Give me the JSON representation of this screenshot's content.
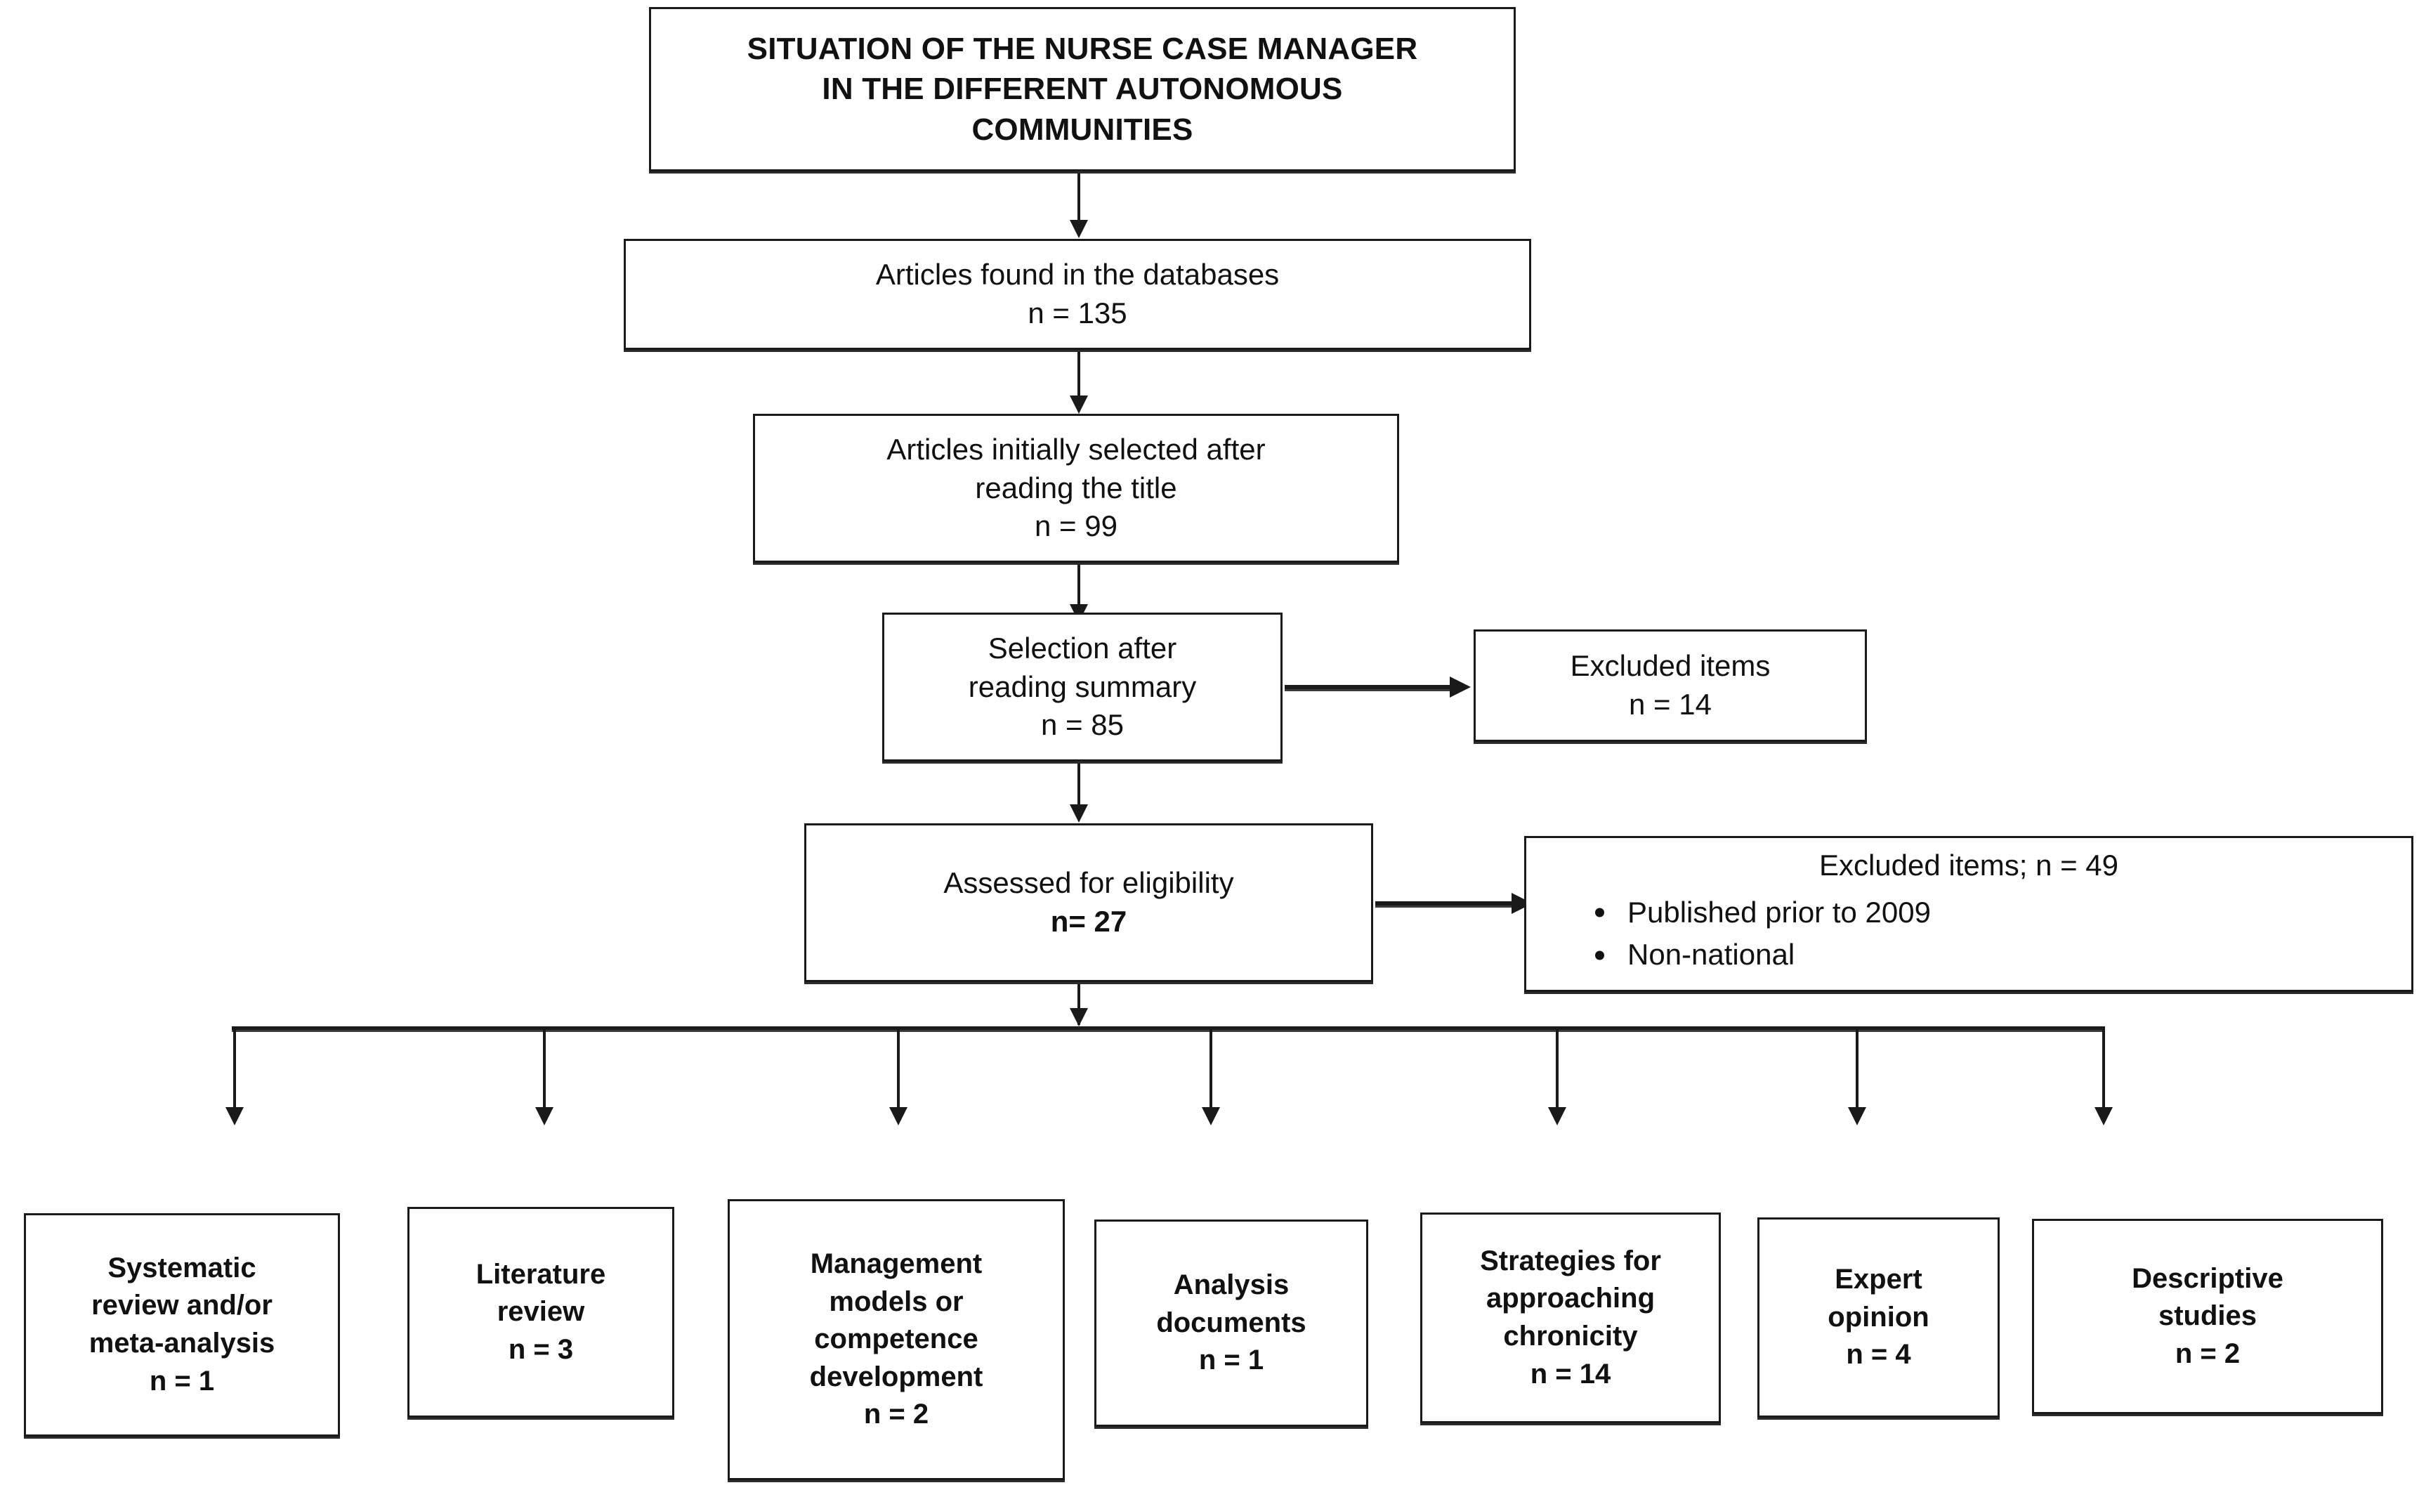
{
  "diagram": {
    "type": "prisma-flow-diagram",
    "title_box": {
      "lines": [
        "SITUATION OF THE NURSE CASE MANAGER",
        "IN THE DIFFERENT AUTONOMOUS",
        "COMMUNITIES"
      ]
    },
    "steps": [
      {
        "id": "databases",
        "label": "Articles found in the databases",
        "count_text": "n = 135",
        "n": 135
      },
      {
        "id": "title-screen",
        "label_line1": "Articles initially selected after",
        "label_line2": "reading the title",
        "count_text": "n = 99",
        "n": 99
      },
      {
        "id": "summary-screen",
        "label_line1": "Selection after",
        "label_line2": "reading summary",
        "count_text": "n = 85",
        "n": 85
      },
      {
        "id": "eligibility",
        "label": "Assessed for eligibility",
        "count_text": "n= 27",
        "n": 27
      }
    ],
    "exclusions": [
      {
        "id": "excluded-small",
        "label": "Excluded items",
        "count_text": "n = 14",
        "n": 14
      },
      {
        "id": "excluded-large",
        "header": "Excluded items; n = 49",
        "n": 49,
        "reasons": [
          "Published prior to 2009",
          "Non-national"
        ]
      }
    ],
    "categories": [
      {
        "id": "systematic-review",
        "lines": [
          "Systematic",
          "review and/or",
          "meta-analysis"
        ],
        "count_text": "n = 1",
        "n": 1
      },
      {
        "id": "literature-review",
        "lines": [
          "Literature",
          "review"
        ],
        "count_text": "n = 3",
        "n": 3
      },
      {
        "id": "management-models",
        "lines": [
          "Management",
          "models or",
          "competence",
          "development"
        ],
        "count_text": "n = 2",
        "n": 2
      },
      {
        "id": "analysis-documents",
        "lines": [
          "Analysis",
          "documents"
        ],
        "count_text": "n = 1",
        "n": 1
      },
      {
        "id": "strategies-chronicity",
        "lines": [
          "Strategies for",
          "approaching",
          "chronicity"
        ],
        "count_text": "n = 14",
        "n": 14
      },
      {
        "id": "expert-opinion",
        "lines": [
          "Expert",
          "opinion"
        ],
        "count_text": "n = 4",
        "n": 4
      },
      {
        "id": "descriptive-studies",
        "lines": [
          "Descriptive",
          "studies"
        ],
        "count_text": "n = 2",
        "n": 2
      }
    ],
    "colors": {
      "background": "#ffffff",
      "stroke": "#1a1a1a",
      "text": "#111111"
    }
  }
}
